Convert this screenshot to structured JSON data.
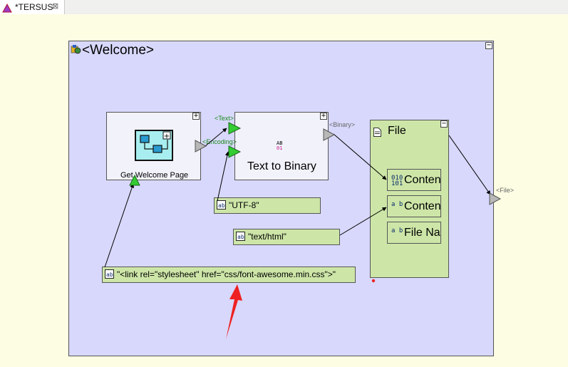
{
  "tab": {
    "title": "*TERSUS",
    "close_glyph": "⊠"
  },
  "diagram": {
    "title": "<Welcome>",
    "collapse_glyph": "−",
    "get_welcome": {
      "label": "Get Welcome Page",
      "expand_glyph": "+"
    },
    "text_to_binary": {
      "label": "Text to Binary",
      "icon_top": "AB",
      "icon_bottom": "01",
      "expand_glyph": "+"
    },
    "ports": {
      "text": "<Text>",
      "encoding": "<Encoding>",
      "binary": "<Binary>",
      "file": "<File>"
    },
    "constants": {
      "utf8": "\"UTF-8\"",
      "mime": "\"text/html\"",
      "link": "\"<link rel=\"stylesheet\" href=\"css/font-awesome.min.css\">\""
    },
    "file_node": {
      "title": "File",
      "collapse_glyph": "−",
      "fields": [
        {
          "icon": "010\n101",
          "label": "Content"
        },
        {
          "icon": "a b",
          "label": "Content Type"
        },
        {
          "icon": "a b",
          "label": "File Name"
        }
      ]
    }
  },
  "colors": {
    "canvas": "#d8d8fc",
    "constant": "#cde6a8",
    "port_green": "#33cc33",
    "annotation_arrow": "#ee2222"
  }
}
